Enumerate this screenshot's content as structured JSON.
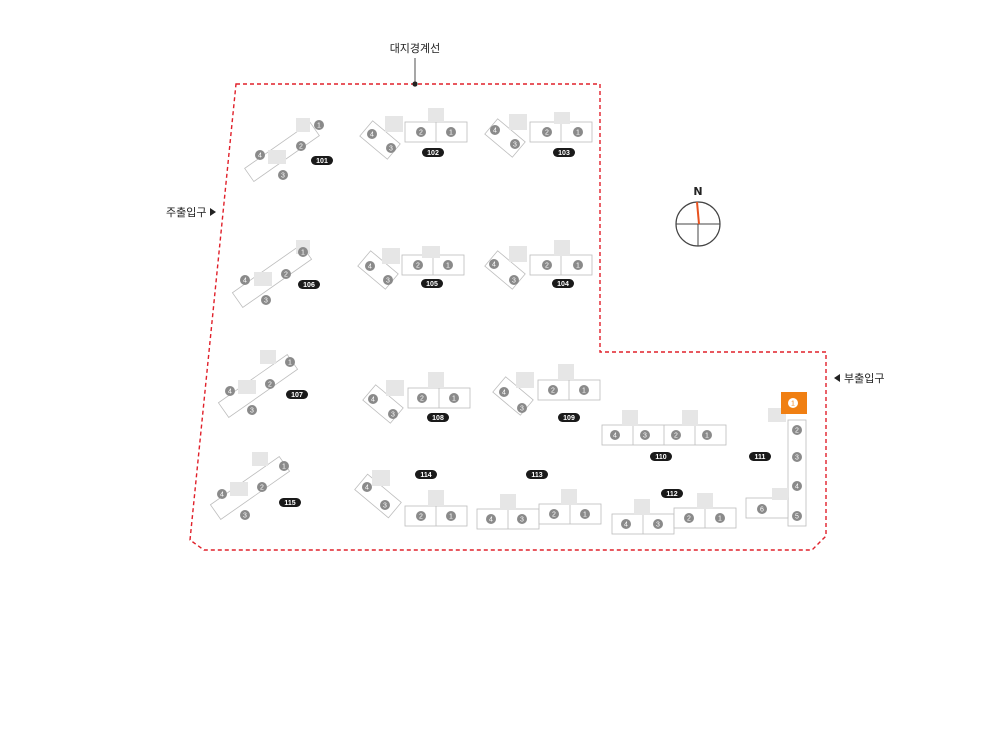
{
  "labels": {
    "boundary": "대지경계선",
    "main_entrance": "주출입구",
    "sub_entrance": "부출입구",
    "north": "N"
  },
  "colors": {
    "boundary": "#e0202a",
    "highlight": "#f07f12",
    "badge": "#1a1a1a",
    "unit_circle": "#8a8a8a",
    "compass_needle": "#e8521f"
  },
  "buildings": [
    {
      "id": "101",
      "units": [
        "4",
        "3",
        "2",
        "1"
      ]
    },
    {
      "id": "102",
      "units": [
        "4",
        "3",
        "2",
        "1"
      ]
    },
    {
      "id": "103",
      "units": [
        "4",
        "3",
        "2",
        "1"
      ]
    },
    {
      "id": "106",
      "units": [
        "4",
        "3",
        "2",
        "1"
      ]
    },
    {
      "id": "105",
      "units": [
        "4",
        "3",
        "2",
        "1"
      ]
    },
    {
      "id": "104",
      "units": [
        "4",
        "3",
        "2",
        "1"
      ]
    },
    {
      "id": "107",
      "units": [
        "4",
        "3",
        "2",
        "1"
      ]
    },
    {
      "id": "108",
      "units": [
        "4",
        "3",
        "2",
        "1"
      ]
    },
    {
      "id": "109",
      "units": [
        "4",
        "3",
        "2",
        "1"
      ]
    },
    {
      "id": "110",
      "units": [
        "4",
        "3",
        "2",
        "1"
      ]
    },
    {
      "id": "111",
      "units": [
        "1",
        "2",
        "3",
        "4",
        "5",
        "6"
      ],
      "highlight_unit": "1"
    },
    {
      "id": "115",
      "units": [
        "4",
        "3",
        "2",
        "1"
      ]
    },
    {
      "id": "114",
      "units": [
        "4",
        "3",
        "2",
        "1"
      ]
    },
    {
      "id": "113",
      "units": [
        "4",
        "3",
        "2",
        "1"
      ]
    },
    {
      "id": "112",
      "units": [
        "4",
        "3",
        "2",
        "1"
      ]
    }
  ]
}
